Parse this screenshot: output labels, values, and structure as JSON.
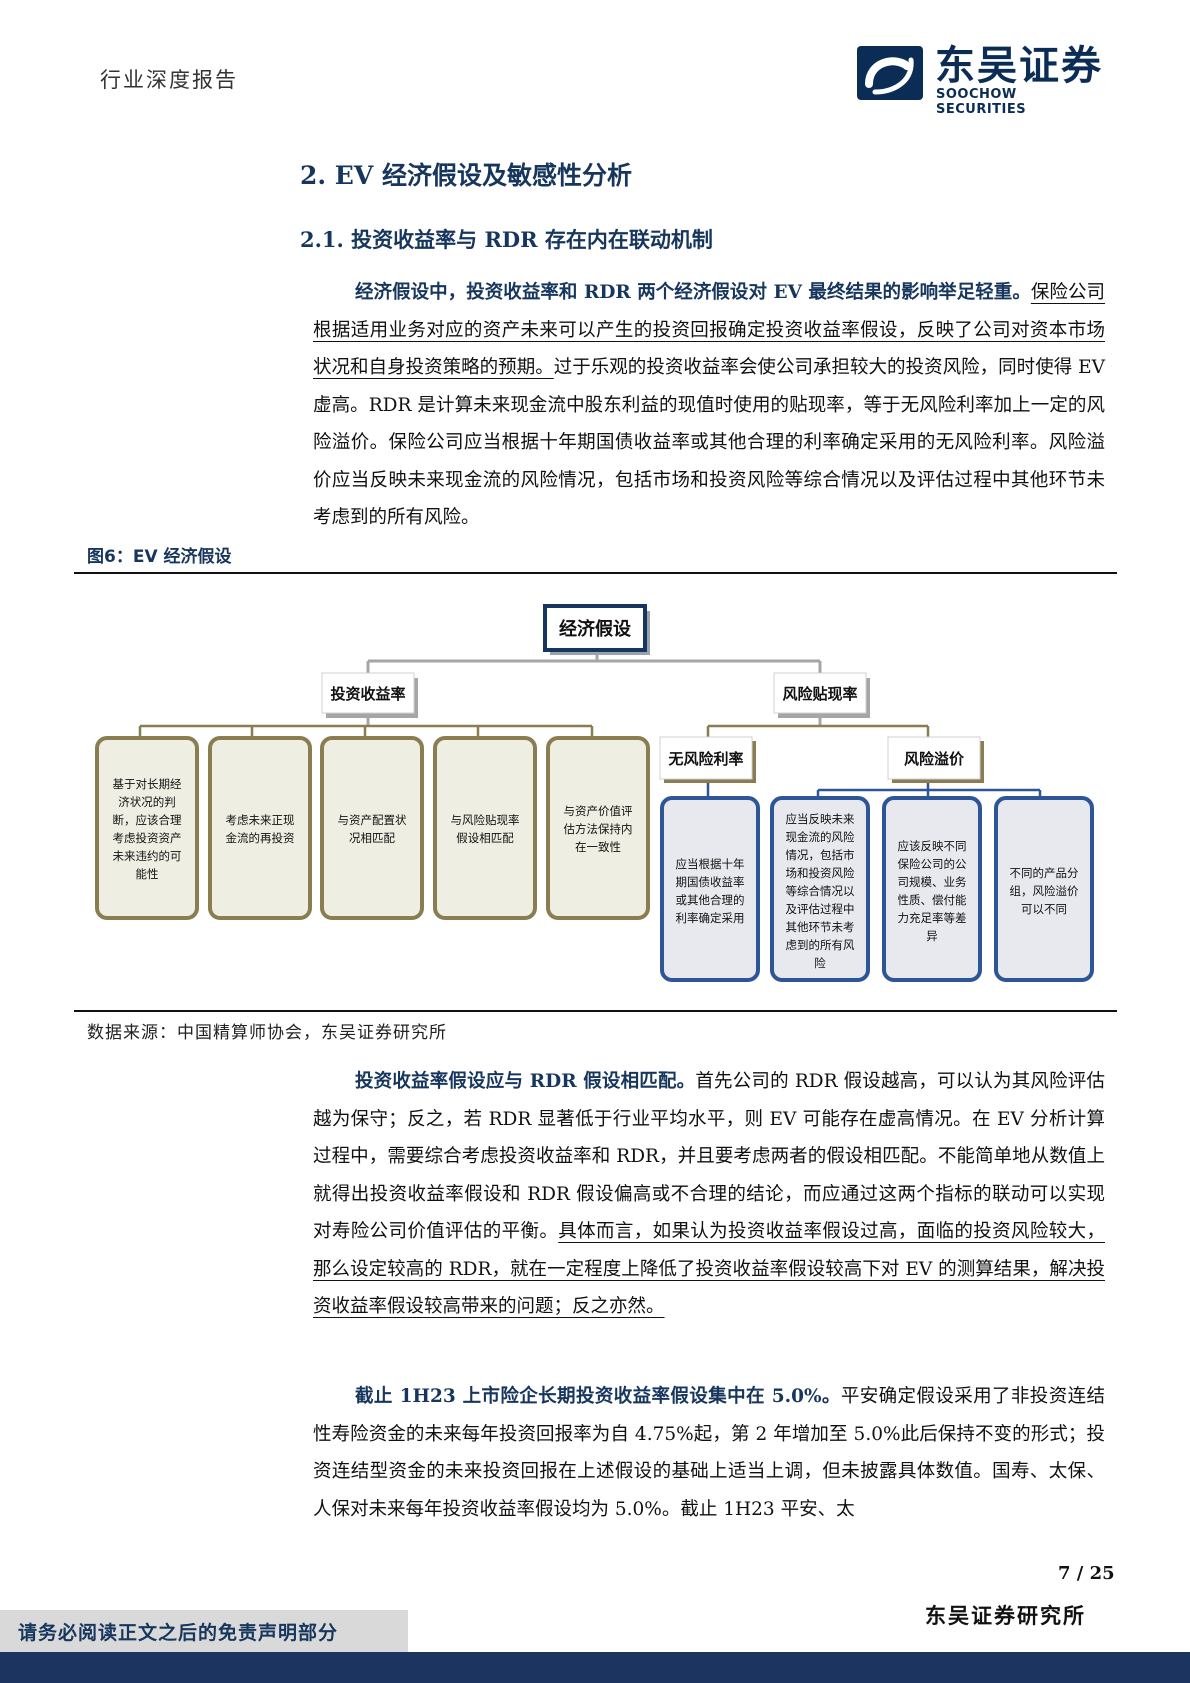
{
  "header": {
    "section_label": "行业深度报告",
    "logo_cn": "东吴证券",
    "logo_en": "SOOCHOW SECURITIES"
  },
  "heading2": "2.  EV 经济假设及敏感性分析",
  "heading3": "2.1.  投资收益率与 RDR 存在内在联动机制",
  "para1": {
    "bold": "经济假设中，投资收益率和 RDR 两个经济假设对 EV 最终结果的影响举足轻重。",
    "underlined": "保险公司根据适用业务对应的资产未来可以产生的投资回报确定投资收益率假设，反映了公司对资本市场状况和自身投资策略的预期。",
    "rest": "过于乐观的投资收益率会使公司承担较大的投资风险，同时使得 EV 虚高。RDR 是计算未来现金流中股东利益的现值时使用的贴现率，等于无风险利率加上一定的风险溢价。保险公司应当根据十年期国债收益率或其他合理的利率确定采用的无风险利率。风险溢价应当反映未来现金流的风险情况，包括市场和投资风险等综合情况以及评估过程中其他环节未考虑到的所有风险。"
  },
  "figure": {
    "title": "图6：EV 经济假设",
    "source": "数据来源：中国精算师协会，东吴证券研究所",
    "root": "经济假设",
    "branch_left": "投资收益率",
    "branch_right": "风险贴现率",
    "left_leaves": [
      "基于对长期经济状况的判断，应该合理考虑投资资产未来违约的可能性",
      "考虑未来正现金流的再投资",
      "与资产配置状况相匹配",
      "与风险贴现率假设相匹配",
      "与资产价值评估方法保持内在一致性"
    ],
    "sub_left": "无风险利率",
    "sub_right": "风险溢价",
    "right_leaves": [
      "应当根据十年期国债收益率或其他合理的利率确定采用",
      "应当反映未来现金流的风险情况，包括市场和投资风险等综合情况以及评估过程中其他环节未考虑到的所有风险",
      "应该反映不同保险公司的公司规模、业务性质、偿付能力充足率等差异",
      "不同的产品分组，风险溢价可以不同"
    ]
  },
  "para2": {
    "bold": "投资收益率假设应与 RDR 假设相匹配。",
    "plain": "首先公司的 RDR 假设越高，可以认为其风险评估越为保守；反之，若 RDR 显著低于行业平均水平，则 EV 可能存在虚高情况。在 EV 分析计算过程中，需要综合考虑投资收益率和 RDR，并且要考虑两者的假设相匹配。不能简单地从数值上就得出投资收益率假设和 RDR 假设偏高或不合理的结论，而应通过这两个指标的联动可以实现对寿险公司价值评估的平衡。",
    "underlined": "具体而言，如果认为投资收益率假设过高，面临的投资风险较大，那么设定较高的 RDR，就在一定程度上降低了投资收益率假设较高下对 EV 的测算结果，解决投资收益率假设较高带来的问题；反之亦然。"
  },
  "para3": {
    "bold": "截止 1H23 上市险企长期投资收益率假设集中在 5.0%。",
    "plain": "平安确定假设采用了非投资连结性寿险资金的未来每年投资回报率为自 4.75%起，第 2 年增加至 5.0%此后保持不变的形式；投资连结型资金的未来投资回报在上述假设的基础上适当上调，但未披露具体数值。国寿、太保、人保对未来每年投资收益率假设均为 5.0%。截止 1H23 平安、太"
  },
  "footer": {
    "page": "7 / 25",
    "org": "东吴证券研究所",
    "disclaimer": "请务必阅读正文之后的免责声明部分"
  }
}
